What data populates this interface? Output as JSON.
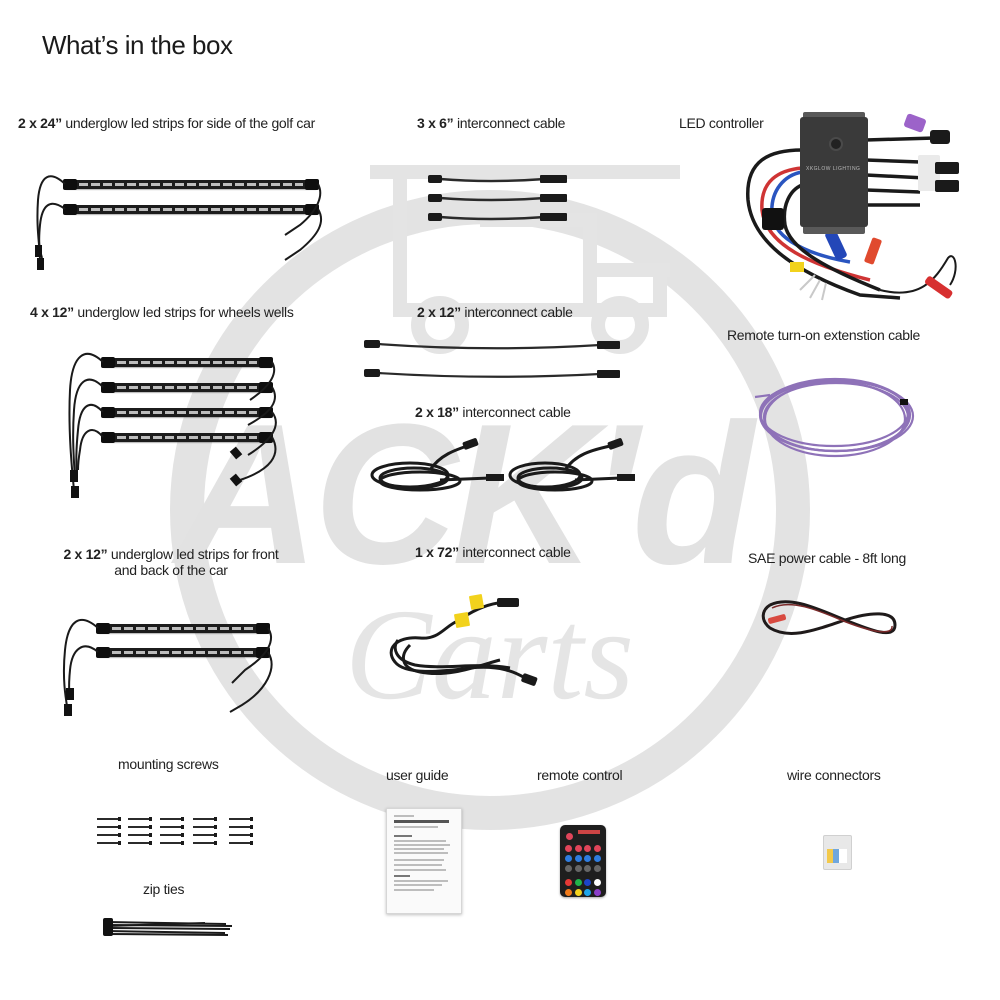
{
  "page": {
    "title": "What’s in the box"
  },
  "watermark": {
    "brand_letters": "ACK'd",
    "brand_script": "Carts",
    "color": "#e3e3e3"
  },
  "items": [
    {
      "id": "strips-24",
      "qty": "2 x 24”",
      "label": "underglow led strips for side of the golf car",
      "icon": "led-strip-pair"
    },
    {
      "id": "cable-6",
      "qty": "3 x 6”",
      "label": "interconnect cable",
      "icon": "short-cable-set"
    },
    {
      "id": "controller",
      "qty": "",
      "label": "LED controller",
      "icon": "led-controller-box"
    },
    {
      "id": "strips-12-wheels",
      "qty": "4 x 12”",
      "label": "underglow led strips for wheels wells",
      "icon": "led-strip-quad"
    },
    {
      "id": "cable-12",
      "qty": "2 x 12”",
      "label": "interconnect cable",
      "icon": "cable-pair"
    },
    {
      "id": "remote-ext",
      "qty": "",
      "label": "Remote turn-on extenstion cable",
      "icon": "purple-wire-coil"
    },
    {
      "id": "cable-18",
      "qty": "2 x 18”",
      "label": "interconnect cable",
      "icon": "coiled-cable-pair"
    },
    {
      "id": "strips-12-front",
      "qty": "2 x 12”",
      "label": "underglow led strips for front",
      "label_line2": "and back of the car",
      "icon": "led-strip-pair"
    },
    {
      "id": "cable-72",
      "qty": "1 x 72”",
      "label": "interconnect cable",
      "icon": "long-coiled-cable"
    },
    {
      "id": "sae",
      "qty": "",
      "label": "SAE power cable - 8ft long",
      "icon": "sae-power-cable"
    },
    {
      "id": "screws",
      "qty": "",
      "label": "mounting screws",
      "icon": "screw-set"
    },
    {
      "id": "guide",
      "qty": "",
      "label": "user guide",
      "icon": "user-guide-document"
    },
    {
      "id": "remote",
      "qty": "",
      "label": "remote control",
      "icon": "remote-control"
    },
    {
      "id": "connectors",
      "qty": "",
      "label": "wire connectors",
      "icon": "connector-bag"
    },
    {
      "id": "zip",
      "qty": "",
      "label": "zip ties",
      "icon": "zip-tie-bundle"
    }
  ],
  "controller": {
    "logo_text": "XKGLOW LIGHTING"
  },
  "remote": {
    "key_colors": [
      "#e0455a",
      "#e0455a",
      "#e0455a",
      "#e0455a",
      "#2f7de1",
      "#2f7de1",
      "#2f7de1",
      "#2f7de1",
      "#666666",
      "#666666",
      "#666666",
      "#666666",
      "#e53935",
      "#21b34a",
      "#1c44c8",
      "#ffffff",
      "#f07a1a",
      "#f3d21c",
      "#1ea5e8",
      "#8a3ec9"
    ]
  },
  "colors": {
    "purple_wire": "#8e72b8",
    "red_wire": "#d23a3a",
    "blue_wire": "#2048b0",
    "yellow_tag": "#f2d21c"
  }
}
